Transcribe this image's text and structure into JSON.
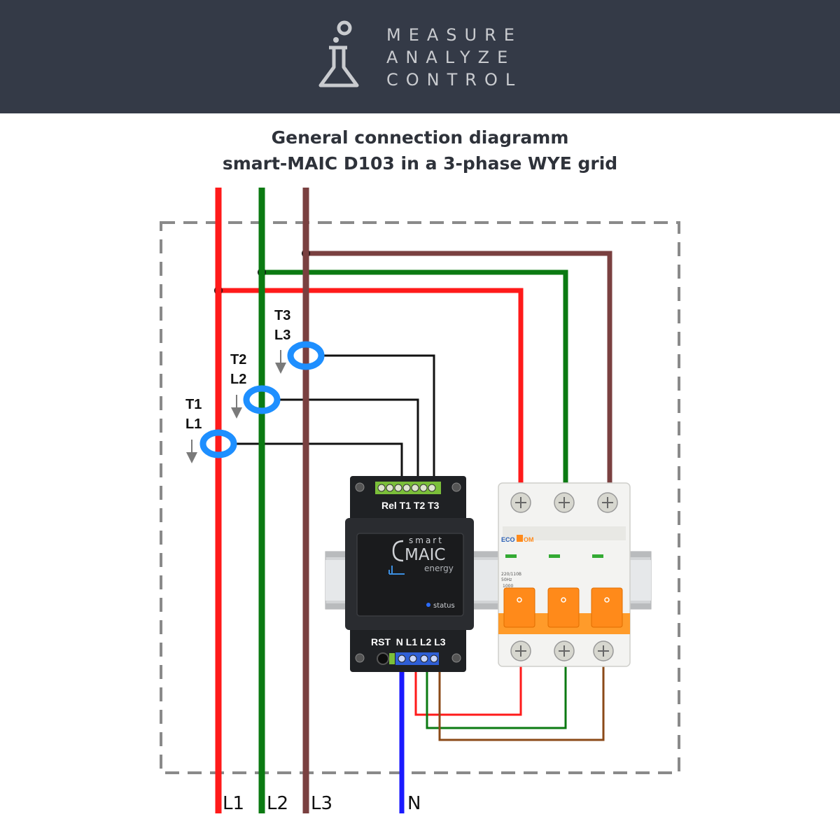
{
  "brand": {
    "lines": [
      "MEASURE",
      "ANALYZE",
      "CONTROL"
    ],
    "logo_icon": "flask-icon"
  },
  "title": {
    "line1": "General connection diagramm",
    "line2": "smart-MAIC D103 in a 3-phase WYE grid"
  },
  "colors": {
    "header_bg": "#343a47",
    "L1": "#ff1a1a",
    "L2": "#0b7a12",
    "L3": "#7a4040",
    "N": "#1a1aff",
    "ct_ring": "#1e8fff"
  },
  "transformers": [
    {
      "t": "T1",
      "l": "L1"
    },
    {
      "t": "T2",
      "l": "L2"
    },
    {
      "t": "T3",
      "l": "L3"
    }
  ],
  "device": {
    "top_terminals": "Rel T1 T2 T3",
    "bottom_terminals": "RST  N L1 L2 L3",
    "logo_small": "smart",
    "logo_big": "MAIC",
    "logo_sub": "energy",
    "status_label": "status"
  },
  "breaker": {
    "brand": "ECO",
    "brand_suffix": "OM",
    "spec_lines": [
      "220/110B",
      "50Hz",
      "1000"
    ]
  },
  "bus_labels": {
    "L1": "L1",
    "L2": "L2",
    "L3": "L3",
    "N": "N"
  }
}
